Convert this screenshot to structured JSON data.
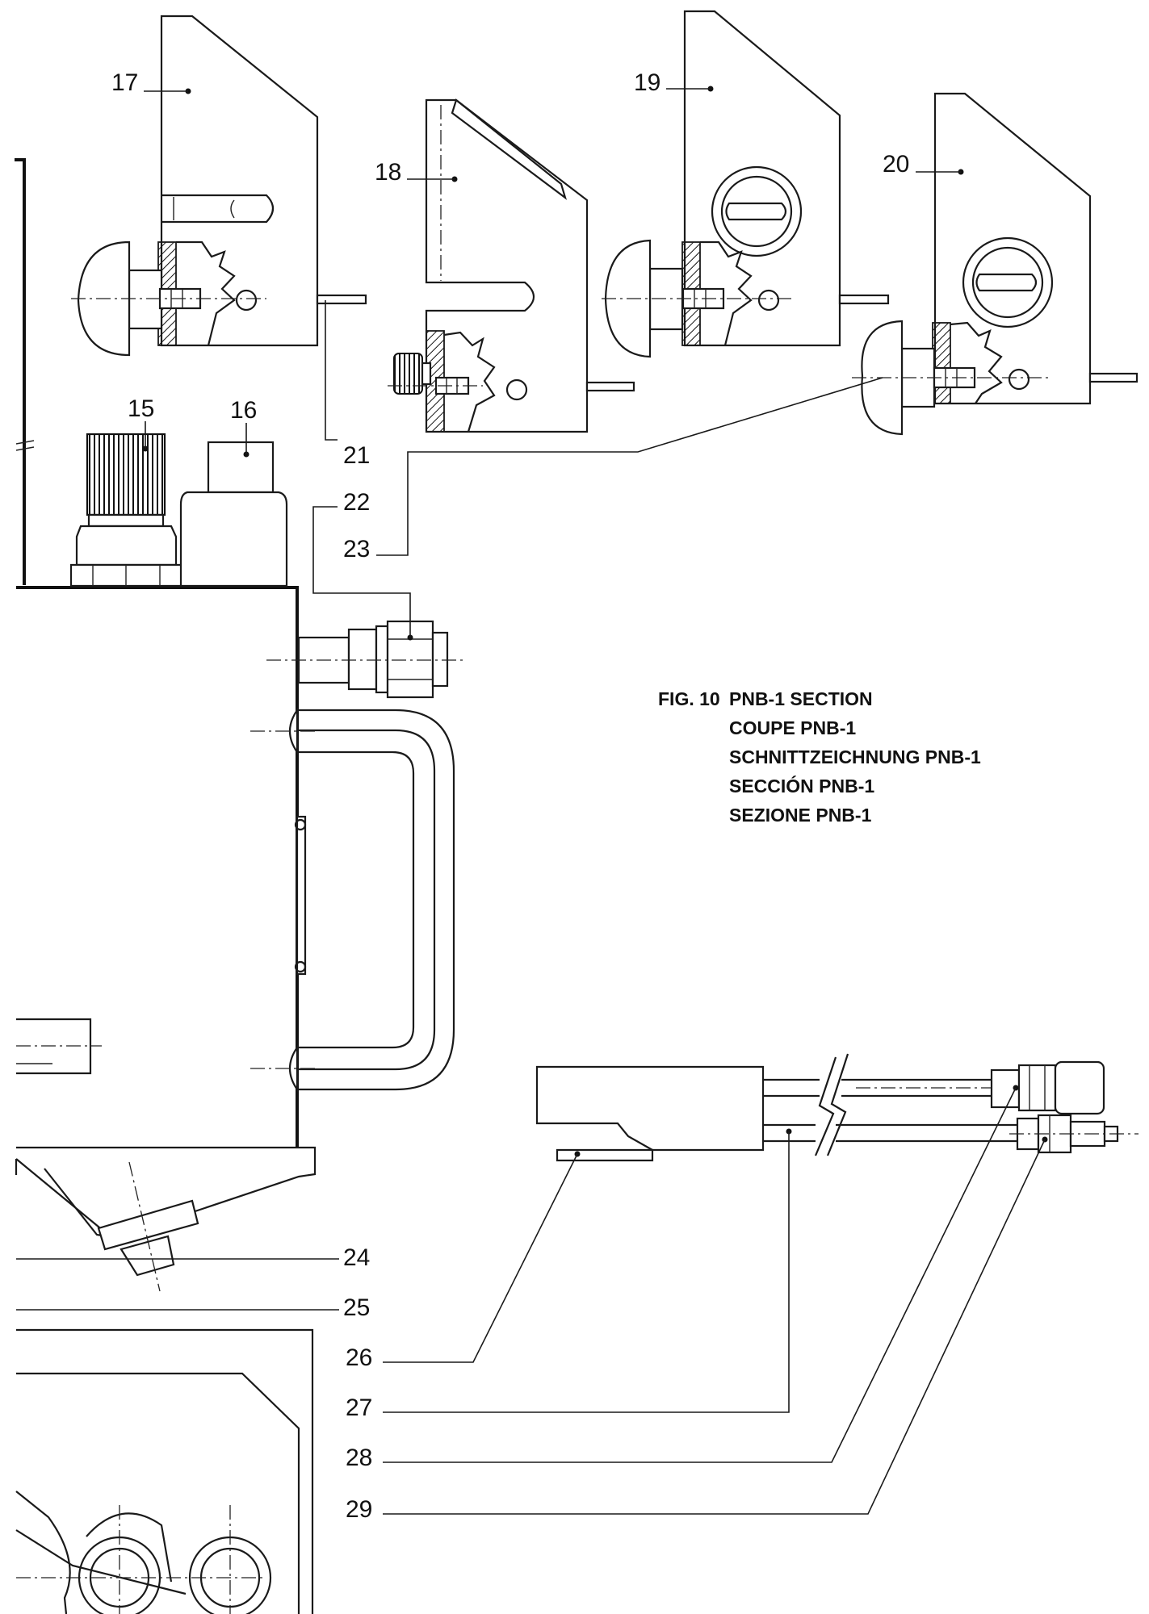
{
  "figure": {
    "caption": {
      "fig_label": "FIG. 10",
      "lines": [
        "PNB-1 SECTION",
        "COUPE PNB-1",
        "SCHNITTZEICHNUNG PNB-1",
        "SECCIÓN PNB-1",
        "SEZIONE PNB-1"
      ]
    },
    "callouts": [
      "15",
      "16",
      "17",
      "18",
      "19",
      "20",
      "21",
      "22",
      "23",
      "24",
      "25",
      "26",
      "27",
      "28",
      "29"
    ]
  }
}
